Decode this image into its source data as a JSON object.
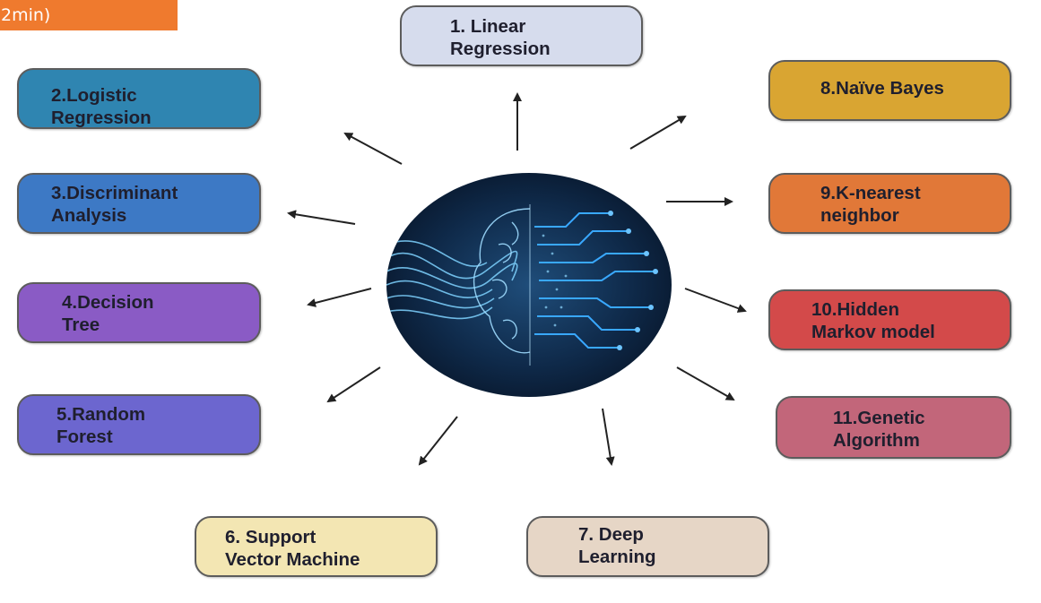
{
  "header_tag": {
    "text": "2min)"
  },
  "center": {
    "icon": "brain-circuit-icon"
  },
  "colors": {
    "linear": "#d6dced",
    "logistic": "#2f85b1",
    "discriminant": "#3d79c5",
    "decision": "#8a5bc5",
    "random": "#6c66cf",
    "svm": "#f3e6b3",
    "deep": "#e6d6c6",
    "naive": "#d9a532",
    "knn": "#e17838",
    "hidden": "#d34a4a",
    "genetic": "#c2667a"
  },
  "algorithms": [
    {
      "id": "linear",
      "line1": "1. Linear",
      "line2": "Regression"
    },
    {
      "id": "logistic",
      "line1": "2.Logistic",
      "line2": "Regression"
    },
    {
      "id": "discriminant",
      "line1": "3.Discriminant",
      "line2": "Analysis"
    },
    {
      "id": "decision",
      "line1": "4.Decision",
      "line2": "Tree"
    },
    {
      "id": "random",
      "line1": "5.Random",
      "line2": "Forest"
    },
    {
      "id": "svm",
      "line1": "6. Support",
      "line2": "Vector Machine"
    },
    {
      "id": "deep",
      "line1": "7. Deep",
      "line2": "Learning"
    },
    {
      "id": "naive",
      "line1": "8.Naïve Bayes",
      "line2": ""
    },
    {
      "id": "knn",
      "line1": "9.K-nearest",
      "line2": "neighbor"
    },
    {
      "id": "hidden",
      "line1": "10.Hidden",
      "line2": "Markov model"
    },
    {
      "id": "genetic",
      "line1": "11.Genetic",
      "line2": "Algorithm"
    }
  ]
}
